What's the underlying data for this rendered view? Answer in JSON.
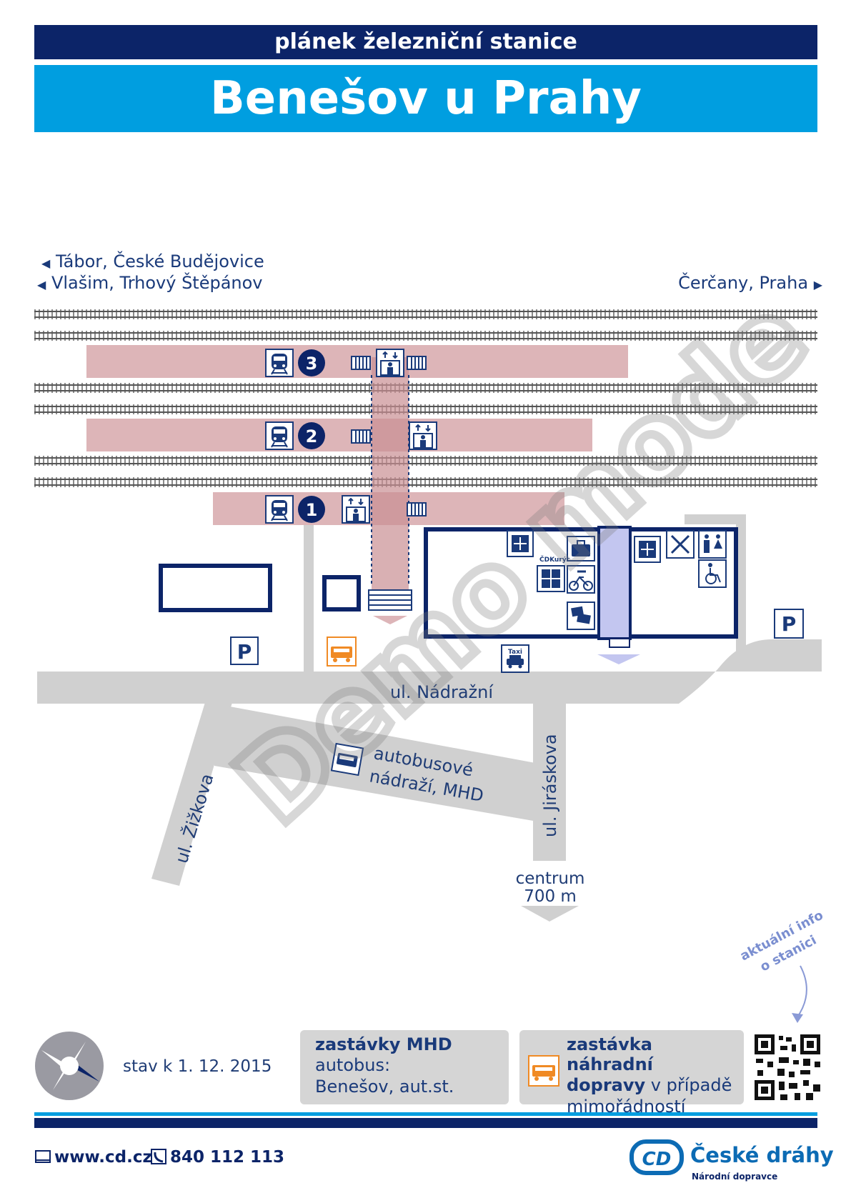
{
  "header": {
    "subtitle": "plánek železniční stanice",
    "title": "Benešov u Prahy"
  },
  "directions": {
    "west_1": "Tábor, České Budějovice",
    "west_2": "Vlašim, Trhový Štěpánov",
    "east": "Čerčany, Praha"
  },
  "platforms": [
    {
      "number": "1"
    },
    {
      "number": "2"
    },
    {
      "number": "3"
    }
  ],
  "streets": {
    "nadrazni": "ul. Nádražní",
    "zizkova": "ul. Žižkova",
    "jiraskova": "ul. Jiráskova",
    "bus_station_1": "autobusové",
    "bus_station_2": "nádraží, MHD"
  },
  "centrum": {
    "label": "centrum",
    "distance": "700 m"
  },
  "icons": {
    "taxi": "Taxi",
    "kuryr": "ČDKurýr",
    "parking": "P"
  },
  "watermark": "Demo mode",
  "info_arrow": {
    "line1": "aktuální info",
    "line2": "o stanici"
  },
  "status": "stav k 1. 12. 2015",
  "mhd_box": {
    "title": "zastávky MHD",
    "line1": "autobus:",
    "line2": "Benešov, aut.st."
  },
  "replacement_box": {
    "title": "zastávka náhradní",
    "line2_bold": "dopravy",
    "line2_rest": " v případě",
    "line3": "mimořádností"
  },
  "footer": {
    "website": "www.cd.cz",
    "phone": "840 112 113",
    "brand": "České dráhy",
    "brand_sub": "Národní dopravce",
    "logo_text": "CD"
  },
  "colors": {
    "dark_blue": "#0c2468",
    "light_blue": "#009ee0",
    "platform": "#ddb5b8",
    "road": "#d0d0d0",
    "orange": "#f08a24"
  }
}
